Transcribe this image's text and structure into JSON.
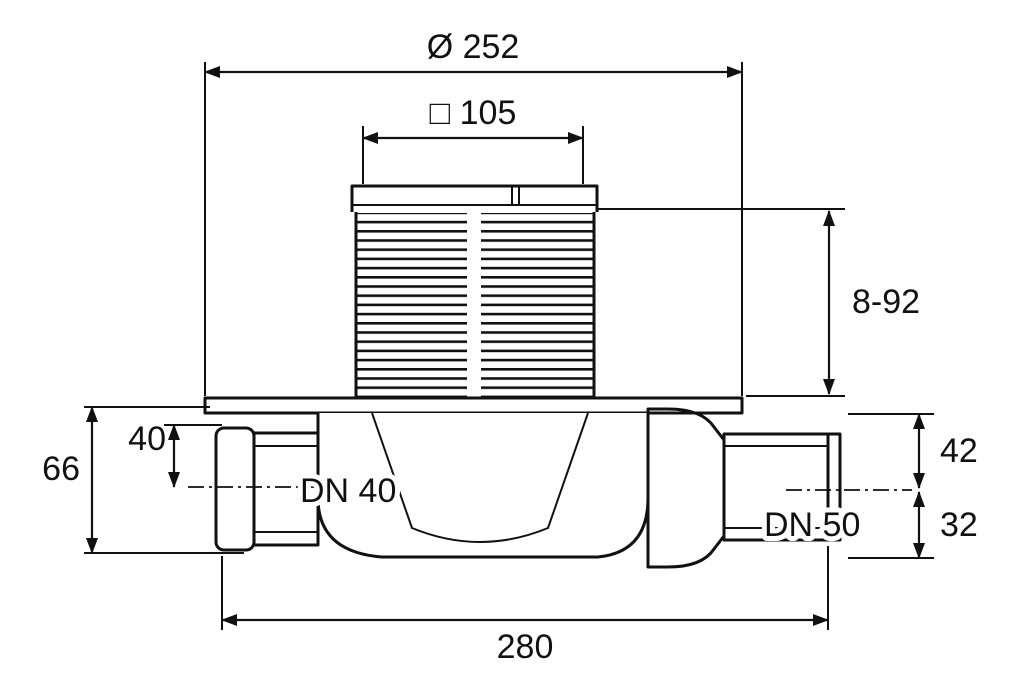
{
  "page": {
    "background": "#ffffff",
    "line_color": "#111111",
    "description": "Technical dimension drawing of a floor drain with vertical telescopic grate section, DN 40 inlet and DN 50 outlet"
  },
  "labels": {
    "top_diameter": "Ø 252",
    "grate_square": "□ 105",
    "adjust_height": "8-92",
    "inlet_depth": "40",
    "total_depth": "66",
    "inlet_size": "DN 40",
    "outlet_size": "DN 50",
    "outlet_top_offset": "42",
    "outlet_bottom_offset": "32",
    "overall_length": "280"
  }
}
